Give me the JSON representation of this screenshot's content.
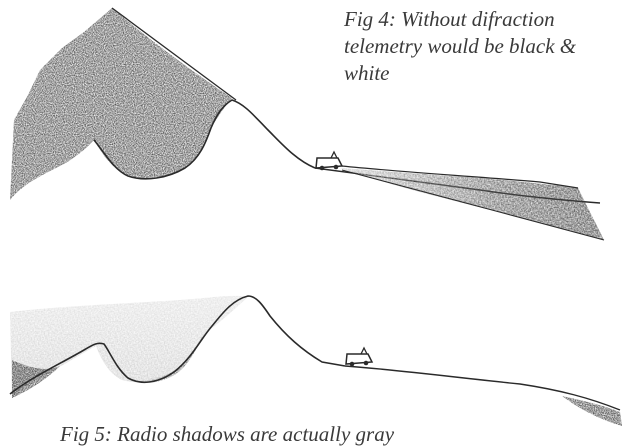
{
  "figures": {
    "fig4": {
      "caption_lines": [
        "Fig 4: Without difraction",
        "telemetry would be black &",
        "white"
      ]
    },
    "fig5": {
      "caption": "Fig 5: Radio shadows are actually gray"
    }
  },
  "colors": {
    "background": "#ffffff",
    "ink": "#2a2a2a",
    "dark_shade": "#4b4b4b",
    "light_shade": "#cfcfcf"
  }
}
